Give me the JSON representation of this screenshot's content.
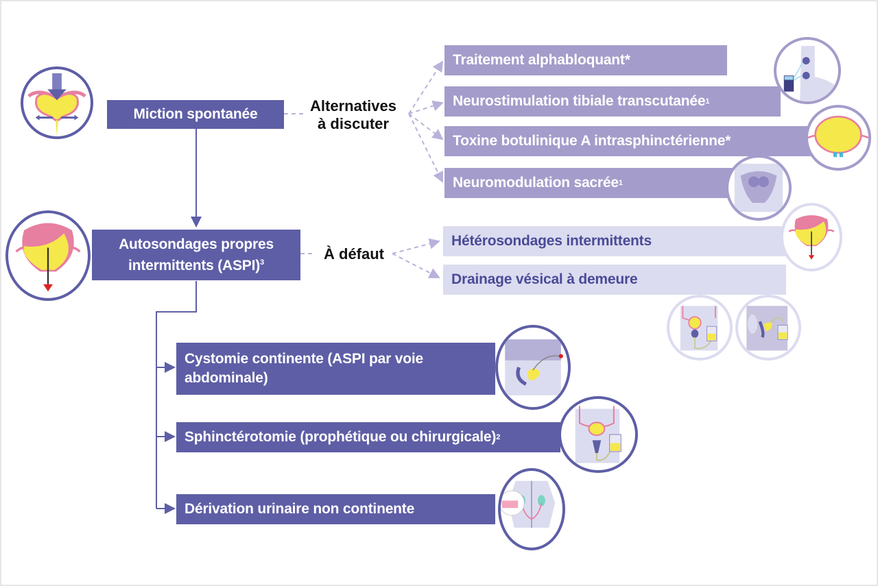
{
  "diagram": {
    "nodes": {
      "miction": {
        "label": "Miction spontanée"
      },
      "aspi": {
        "line1": "Autosondages propres",
        "line2": "intermittents (ASPI)",
        "sup": "3"
      },
      "cystomie": {
        "line1": "Cystomie continente (ASPI par voie",
        "line2": "abdominale)"
      },
      "sphincterotomie": {
        "label": "Sphinctérotomie (prophétique ou chirurgicale)",
        "sup": "2"
      },
      "derivation": {
        "label": "Dérivation urinaire non continente"
      }
    },
    "connectors": {
      "alternatives": {
        "line1": "Alternatives",
        "line2": "à discuter"
      },
      "a_defaut": {
        "label": "À défaut"
      }
    },
    "alternatives": [
      {
        "label": "Traitement alphabloquant*",
        "sup": ""
      },
      {
        "label": "Neurostimulation tibiale transcutanée",
        "sup": "1"
      },
      {
        "label": "Toxine botulinique A intrasphinctérienne*",
        "sup": ""
      },
      {
        "label": "Neuromodulation sacrée",
        "sup": "1"
      }
    ],
    "fallbacks": [
      {
        "label": "Hétérosondages intermittents"
      },
      {
        "label": "Drainage vésical à demeure"
      }
    ],
    "colors": {
      "primary": "#5e5ea6",
      "secondary": "#a49cca",
      "tertiary": "#dcdcf0",
      "bladder_yellow": "#f5e84a",
      "bladder_pink": "#e77fa0"
    }
  }
}
